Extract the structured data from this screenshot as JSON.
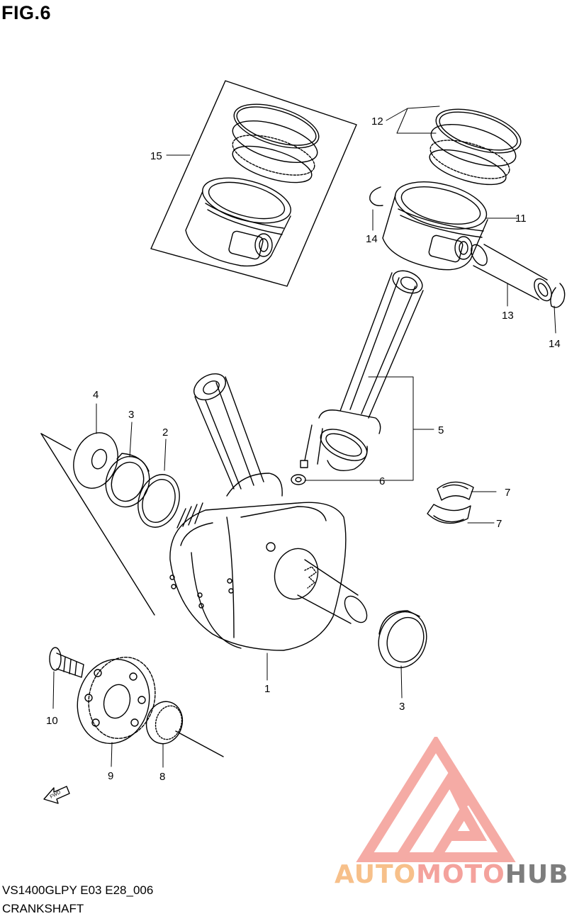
{
  "figure": {
    "title": "FIG.6"
  },
  "callouts": {
    "c1": "1",
    "c2": "2",
    "c3a": "3",
    "c3b": "3",
    "c4": "4",
    "c5": "5",
    "c6": "6",
    "c7a": "7",
    "c7b": "7",
    "c8": "8",
    "c9": "9",
    "c10": "10",
    "c11": "11",
    "c12": "12",
    "c13": "13",
    "c14a": "14",
    "c14b": "14",
    "c15": "15"
  },
  "footer": {
    "model_code": "VS1400GLPY E03 E28_006",
    "section_name": "CRANKSHAFT"
  },
  "fwd_arrow": {
    "label": "FWD"
  },
  "watermark": {
    "auto": "AUTO",
    "moto": "MOTO",
    "hub": "HUB",
    "colors": {
      "auto": "#f7c08a",
      "moto": "#f4a29c",
      "hub": "#7d7d7d",
      "logo": "#f4a29c"
    }
  }
}
